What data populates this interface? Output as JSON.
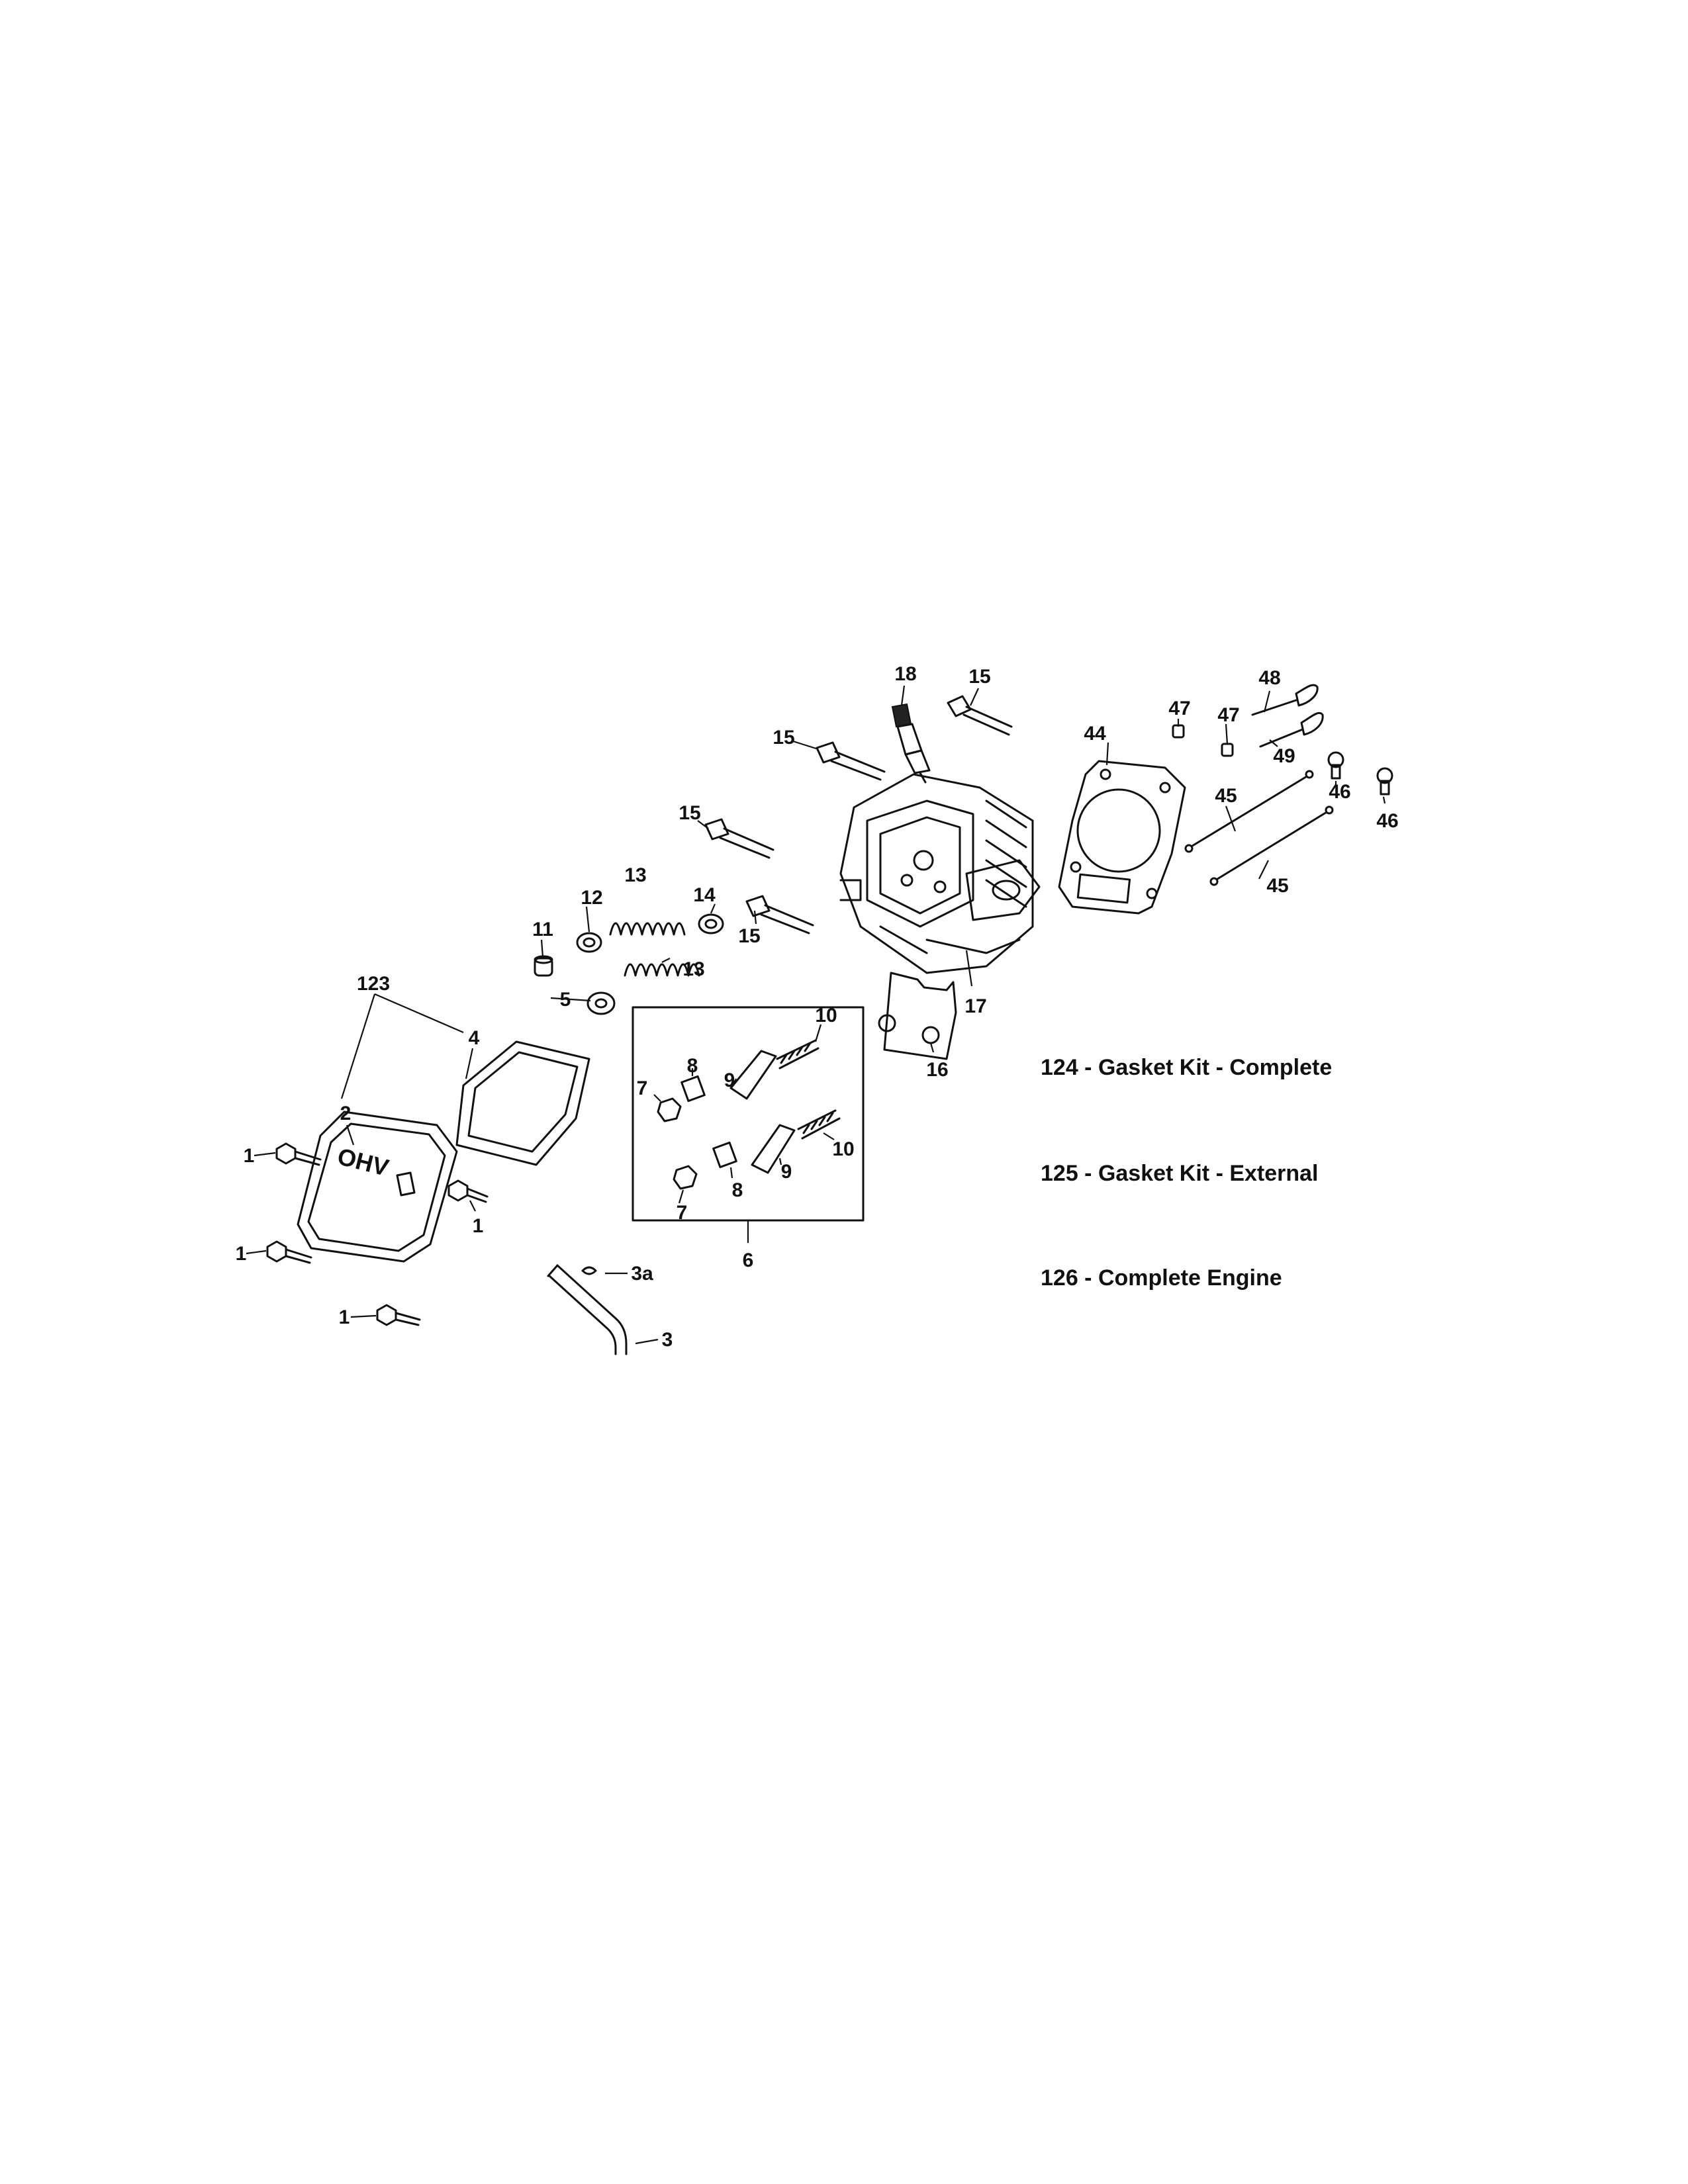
{
  "callouts": {
    "c18": "18",
    "c15a": "15",
    "c15b": "15",
    "c15c": "15",
    "c15d": "15",
    "c44": "44",
    "c47a": "47",
    "c47b": "47",
    "c48": "48",
    "c49": "49",
    "c46a": "46",
    "c46b": "46",
    "c45a": "45",
    "c45b": "45",
    "c13a": "13",
    "c13b": "13",
    "c12": "12",
    "c14": "14",
    "c11": "11",
    "c5": "5",
    "c17": "17",
    "c16": "16",
    "c123": "123",
    "c4": "4",
    "c2": "2",
    "c10a": "10",
    "c10b": "10",
    "c9a": "9",
    "c9b": "9",
    "c8a": "8",
    "c8b": "8",
    "c7a": "7",
    "c7b": "7",
    "c6": "6",
    "c1a": "1",
    "c1b": "1",
    "c1c": "1",
    "c1d": "1",
    "c3a": "3a",
    "c3": "3"
  },
  "kits": {
    "k124": "124 - Gasket Kit - Complete",
    "k125": "125 - Gasket Kit - External",
    "k126": "126 - Complete Engine"
  },
  "cover_marking": "OHV"
}
